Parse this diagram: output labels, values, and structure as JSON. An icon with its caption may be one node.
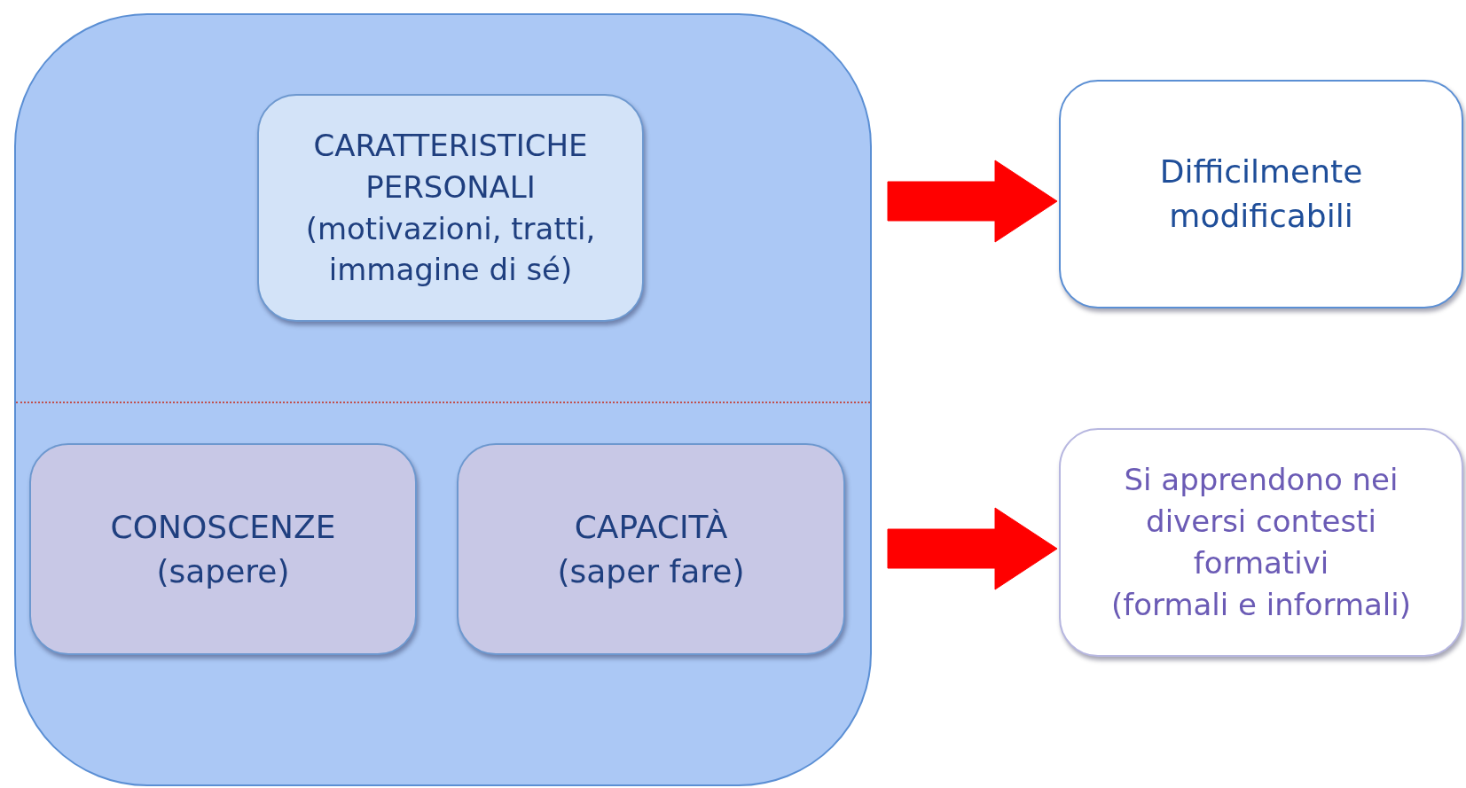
{
  "diagram": {
    "nodes": [
      {
        "text": [],
        "shape": "box"
      },
      {
        "text": [
          "CARATTERISTICHE PERSONALI",
          "(motivazioni, tratti, immagine di sé)"
        ],
        "in": 0
      },
      {
        "text": [
          "CONOSCENZE",
          "(sapere)"
        ],
        "in": 0
      },
      {
        "text": [
          "CAPACITÀ",
          "(saper fare)"
        ],
        "in": 0
      },
      {
        "text": [
          "Difficilmente modificabili"
        ]
      },
      {
        "text": [
          "Si apprendono nei diversi contesti formativi",
          "(formali e informali)"
        ]
      }
    ],
    "edges": [
      {
        "from": null,
        "to": 4,
        "arrow": "to",
        "style": "thick",
        "color": "#ff0000"
      },
      {
        "from": null,
        "to": 5,
        "arrow": "to",
        "style": "thick",
        "color": "#ff0000"
      }
    ]
  }
}
